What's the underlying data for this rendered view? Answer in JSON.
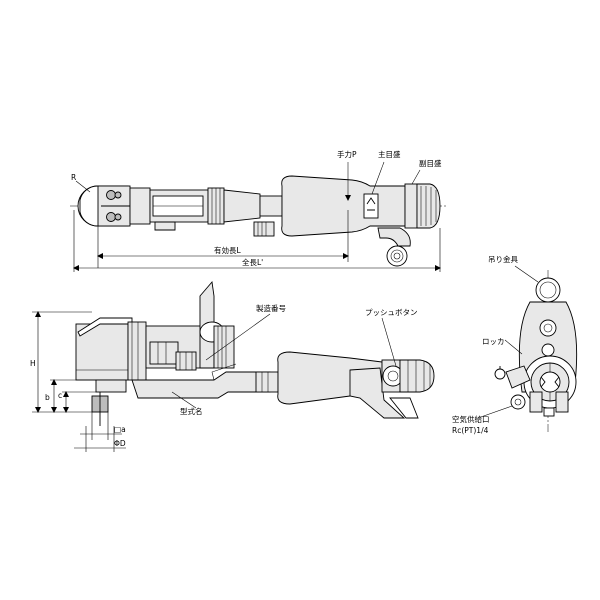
{
  "labels": {
    "hand_force": "手力P",
    "main_scale": "主目盛",
    "sub_scale": "副目盛",
    "radius": "R",
    "effective_length": "有効長L",
    "total_length": "全長L'",
    "serial_number": "製造番号",
    "push_button": "プッシュボタン",
    "height": "H",
    "dim_b": "b",
    "dim_c": "c",
    "square_a": "□a",
    "dia_d": "ΦD",
    "model_name": "型式名",
    "lifting_bracket": "吊り金具",
    "locker": "ロッカ",
    "air_inlet": "空気供給口",
    "air_inlet_thread": "Rc(PT)1/4"
  }
}
